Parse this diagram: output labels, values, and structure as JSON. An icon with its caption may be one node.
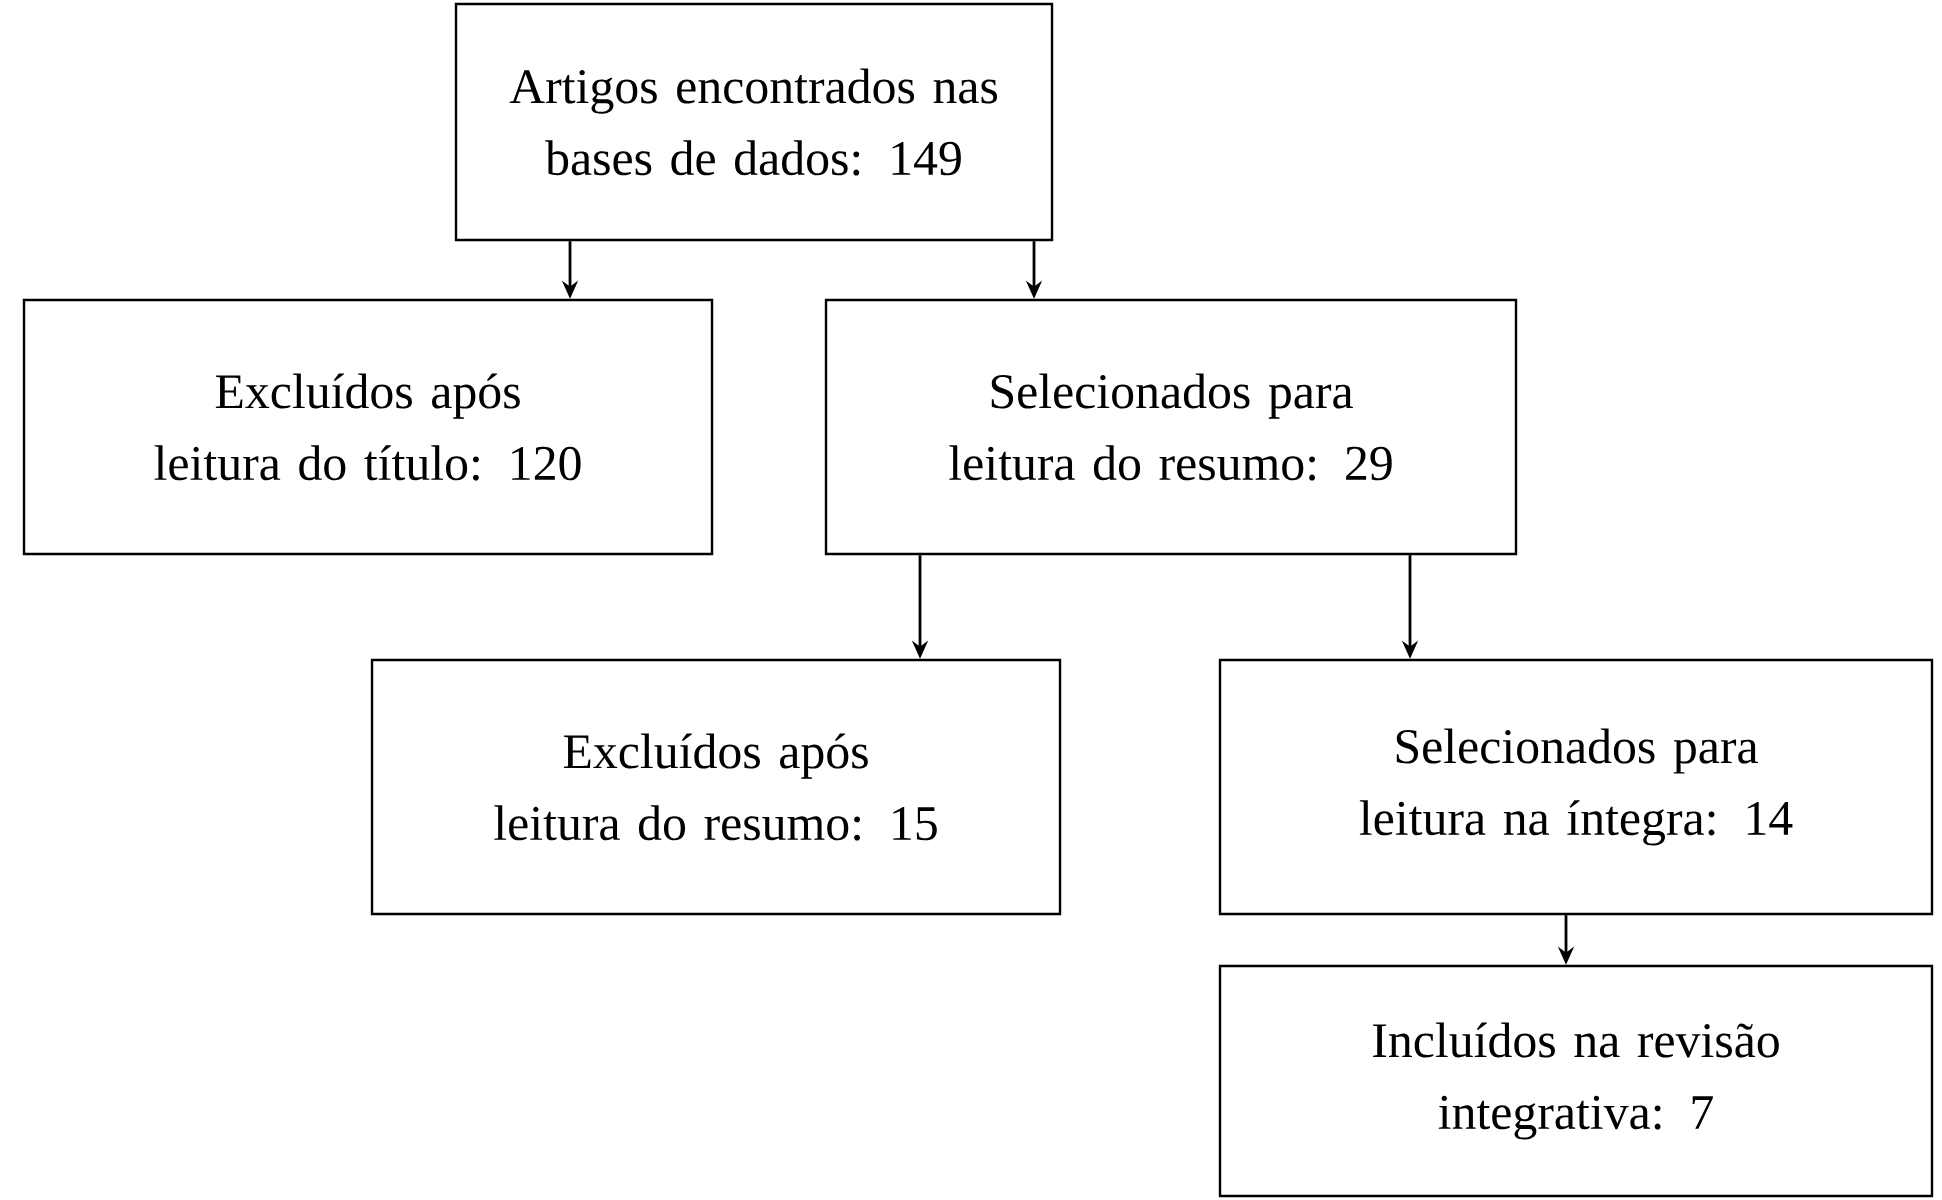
{
  "diagram": {
    "nodes": [
      {
        "text": [
          "Artigos encontrados nas bases de dados: 149"
        ]
      },
      {
        "text": [
          "Excluídos após leitura do título: 120"
        ]
      },
      {
        "text": [
          "Selecionados para leitura do resumo: 29"
        ]
      },
      {
        "text": [
          "Excluídos após leitura do resumo: 15"
        ]
      },
      {
        "text": [
          "Selecionados para leitura na íntegra: 14"
        ]
      },
      {
        "text": [
          "Incluídos na revisão integrativa: 7"
        ]
      }
    ],
    "edges": [
      {
        "from": 0,
        "to": 1,
        "arrow": "to"
      },
      {
        "from": 0,
        "to": 2,
        "arrow": "to"
      },
      {
        "from": 2,
        "to": 3,
        "arrow": "to"
      },
      {
        "from": 2,
        "to": 4,
        "arrow": "to"
      },
      {
        "from": 4,
        "to": 5,
        "arrow": "to"
      }
    ]
  }
}
